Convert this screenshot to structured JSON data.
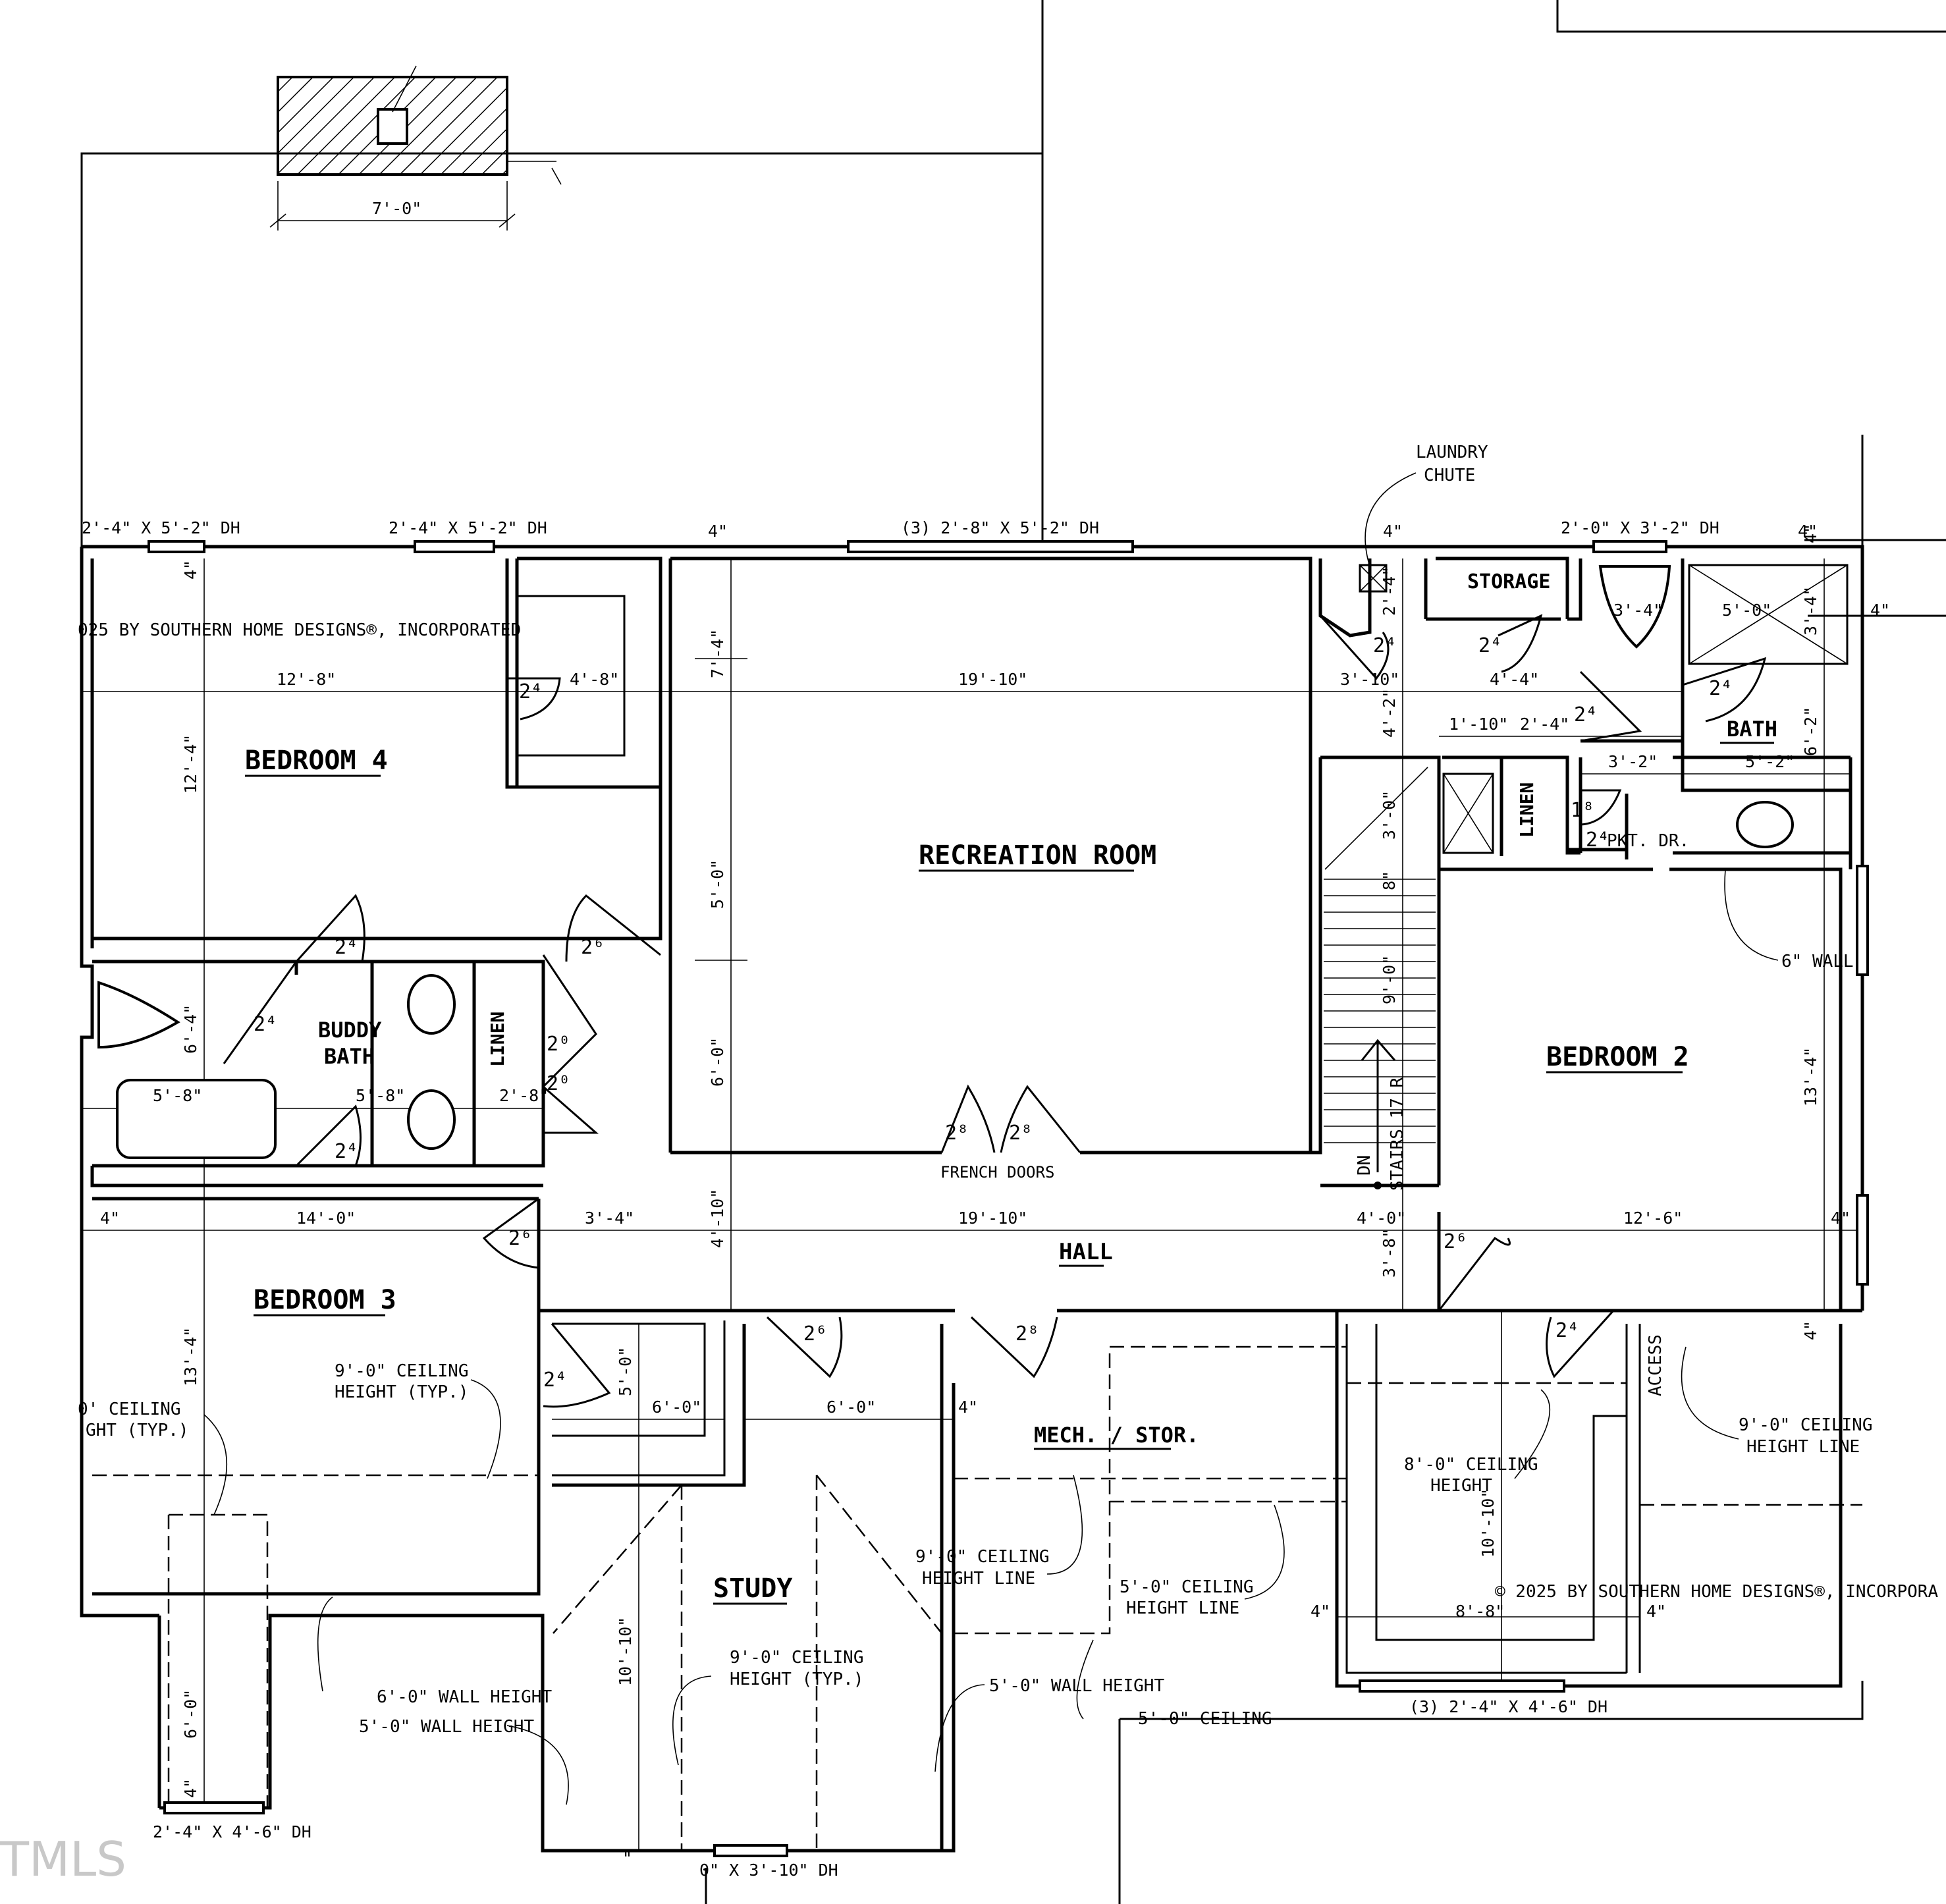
{
  "rooms": {
    "bedroom4": "BEDROOM 4",
    "recreation": "RECREATION ROOM",
    "buddy_bath": [
      "BUDDY",
      "BATH"
    ],
    "linen_left": "LINEN",
    "bedroom3": "BEDROOM 3",
    "hall": "HALL",
    "study": "STUDY",
    "mech": "MECH. / STOR.",
    "bedroom2": "BEDROOM 2",
    "storage": "STORAGE",
    "bath": "BATH",
    "linen_right": "LINEN"
  },
  "windows": {
    "w1": "2'-4\" X 5'-2\" DH",
    "w2": "2'-4\" X 5'-2\" DH",
    "w3": "(3) 2'-8\" X 5'-2\" DH",
    "w4": "2'-0\" X 3'-2\" DH",
    "w5": "(3) 2'-4\" X 4'-6\" DH",
    "w6": "2'-4\" X 4'-6\" DH",
    "w7": "0\" X 3'-10\" DH"
  },
  "notes": {
    "copyright1": "025 BY SOUTHERN HOME DESIGNS®, INCORPORATED",
    "copyright2": "© 2025 BY SOUTHERN HOME DESIGNS®, INCORPORA",
    "laundry": [
      "LAUNDRY",
      "CHUTE"
    ],
    "pkt_dr": "PKT. DR.",
    "wall6": "6\" WALL",
    "french_doors": "FRENCH DOORS",
    "stairs": "STAIRS 17 R",
    "dn": "DN",
    "ceil_b3_left": [
      "0' CEILING",
      "GHT (TYP.)"
    ],
    "ceil_b3": [
      "9'-0\" CEILING",
      "HEIGHT (TYP.)"
    ],
    "ceil_mech": [
      "9'-0\" CEILING",
      "HEIGHT LINE"
    ],
    "ceil_5": [
      "5'-0\" CEILING",
      "HEIGHT LINE"
    ],
    "ceil_8": [
      "8'-0\" CEILING",
      "HEIGHT"
    ],
    "ceil_right": [
      "9'-0\" CEILING",
      "HEIGHT LINE"
    ],
    "ceil_study": [
      "9'-0\" CEILING",
      "HEIGHT (TYP.)"
    ],
    "wall_6ft": "6'-0\" WALL HEIGHT",
    "wall_5ft": "5'-0\" WALL HEIGHT",
    "wall_5ft_b": "5'-0\" WALL HEIGHT",
    "ceil_5_bottom": "5'-0\" CEILING",
    "access": "ACCESS",
    "watermark": "TMLS"
  },
  "dims": {
    "chimney": "7'-0\"",
    "d_12_8": "12'-8\"",
    "d_4_8": "4'-8\"",
    "d_19_10_top": "19'-10\"",
    "d_3_10": "3'-10\"",
    "d_4_4": "4'-4\"",
    "d_1_10": "1'-10\"",
    "d_2_4": "2'-4\"",
    "d_3_4a": "3'-4\"",
    "d_5_0a": "5'-0\"",
    "d_3_4b": "3'-4\"",
    "d_4in_r": "4\"",
    "d_3_2": "3'-2\"",
    "d_5_2": "5'-2\"",
    "d_6_2": "6'-2\"",
    "d_7_4": "7'-4\"",
    "d_5_0v": "5'-0\"",
    "d_6_0v": "6'-0\"",
    "d_12_4": "12'-4\"",
    "d_6_4": "6'-4\"",
    "d_5_8a": "5'-8\"",
    "d_5_8b": "5'-8\"",
    "d_2_8": "2'-8\"",
    "d_4in_l": "4\"",
    "d_14_0": "14'-0\"",
    "d_3_4c": "3'-4\"",
    "d_19_10_hall": "19'-10\"",
    "d_4_0": "4'-0\"",
    "d_12_6": "12'-6\"",
    "d_4in_r2": "4\"",
    "d_4_10": "4'-10\"",
    "d_3_8": "3'-8\"",
    "d_13_4r": "13'-4\"",
    "d_13_4l": "13'-4\"",
    "d_3_0": "3'-0\"",
    "d_8in": "8\"",
    "d_9_0": "9'-0\"",
    "d_4_2": "4'-2\"",
    "d_2_4v": "2'-4\"",
    "d_6_0h": "6'-0\"",
    "d_6_0h2": "6'-0\"",
    "d_5_0s": "5'-0\"",
    "d_4in_s": "4\"",
    "d_10_10s": "10'-10\"",
    "d_10_10r": "10'-10\"",
    "d_8_8": "8'-8\"",
    "d_4in_a": "4\"",
    "d_4in_b": "4\"",
    "d_4in_c": "4\"",
    "d_6_0b": "6'-0\"",
    "d_4in_d": "4\"",
    "d_4in_top1": "4\"",
    "d_4in_top2": "4\"",
    "d_4in_top3": "4\"",
    "d_4in_top4": "4\"",
    "d_4in_bl": "4\"",
    "d_tick": "\""
  },
  "doors": {
    "dr1": "2⁴",
    "dr2": "2⁴",
    "dr3": "2⁶",
    "dr4": "2⁴",
    "dr5": "2⁰",
    "dr6": "2⁰",
    "dr7": "2⁴",
    "dr8": "2⁸",
    "dr9": "2⁸",
    "dr10": "2⁶",
    "dr11": "2⁴",
    "dr12": "2⁶",
    "dr13": "2⁸",
    "dr14": "2⁶",
    "dr15": "2⁴",
    "dr16": "2⁴",
    "dr17": "2⁴",
    "dr18": "2⁴",
    "dr19": "2⁴",
    "dr20": "1⁸",
    "dr21": "2⁴"
  }
}
